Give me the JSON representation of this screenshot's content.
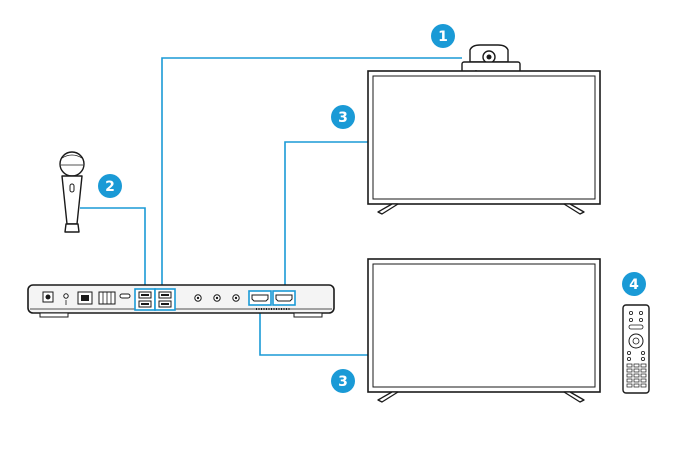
{
  "badges": {
    "camera": "1",
    "microphone": "2",
    "display_top": "3",
    "display_bottom": "3",
    "remote": "4"
  },
  "colors": {
    "badge": "#1a9ad6",
    "cable": "#1a9ad6",
    "outline": "#1a1a1a",
    "device_fill": "#ffffff",
    "hub_fill": "#f4f4f4"
  },
  "icons": {
    "camera": "webcam-icon",
    "microphone": "microphone-icon",
    "display": "tv-display-icon",
    "hub": "conference-hub-icon",
    "remote": "remote-control-icon"
  }
}
